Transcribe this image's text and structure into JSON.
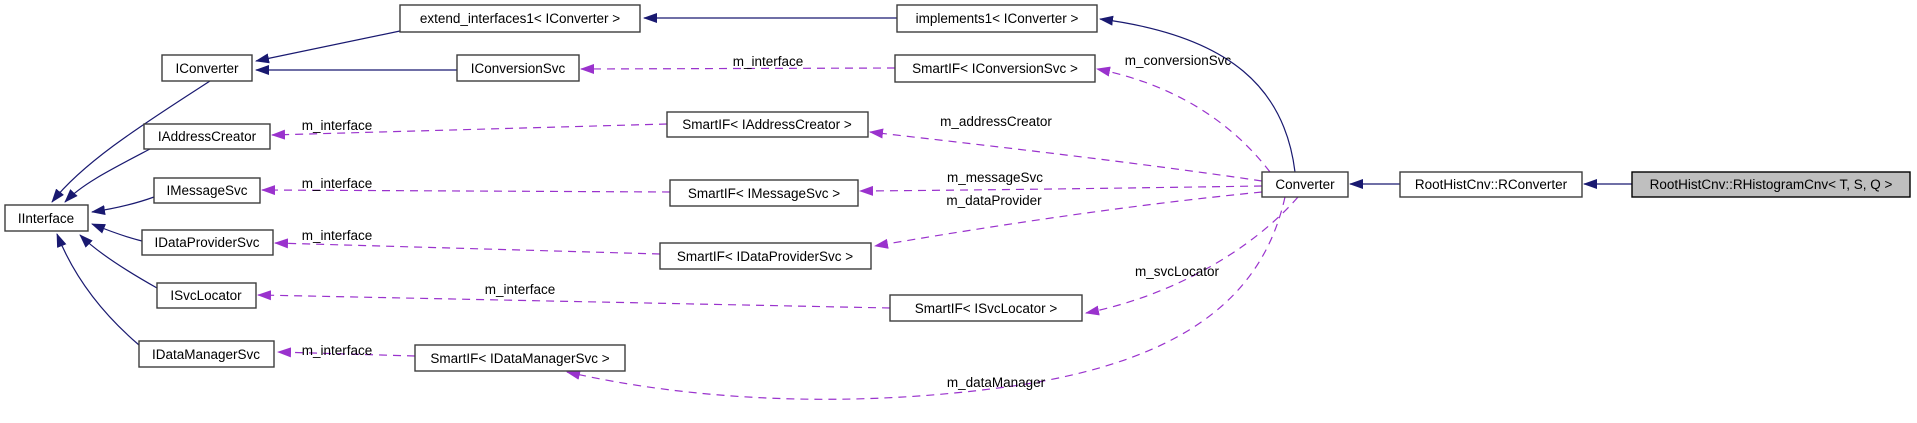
{
  "diagram_type": "doxygen-collaboration-graph",
  "colors": {
    "background": "#ffffff",
    "inheritance_edge": "#191970",
    "member_edge": "#9a32cd",
    "node_border": "#3d3d3d",
    "node_fill": "#ffffff",
    "highlight_fill": "#bfbfbf",
    "highlight_border": "#000000",
    "text": "#000000"
  },
  "nodes": {
    "extend_interfaces1": {
      "label": "extend_interfaces1< IConverter >"
    },
    "implements1": {
      "label": "implements1< IConverter >"
    },
    "iconverter": {
      "label": "IConverter"
    },
    "iconversionsvc": {
      "label": "IConversionSvc"
    },
    "smartif_iconversionsvc": {
      "label": "SmartIF< IConversionSvc >"
    },
    "iaddresscreator": {
      "label": "IAddressCreator"
    },
    "smartif_iaddresscreator": {
      "label": "SmartIF< IAddressCreator >"
    },
    "imessagesvc": {
      "label": "IMessageSvc"
    },
    "smartif_imessagesvc": {
      "label": "SmartIF< IMessageSvc >"
    },
    "iinterface": {
      "label": "IInterface"
    },
    "idataprovidersvc": {
      "label": "IDataProviderSvc"
    },
    "smartif_idataprovidersvc": {
      "label": "SmartIF< IDataProviderSvc >"
    },
    "isvclocator": {
      "label": "ISvcLocator"
    },
    "smartif_isvclocator": {
      "label": "SmartIF< ISvcLocator >"
    },
    "idatamanagersvc": {
      "label": "IDataManagerSvc"
    },
    "smartif_idatamanagersvc": {
      "label": "SmartIF< IDataManagerSvc >"
    },
    "converter": {
      "label": "Converter"
    },
    "rconverter": {
      "label": "RootHistCnv::RConverter"
    },
    "rhistogramcnv": {
      "label": "RootHistCnv::RHistogramCnv< T, S, Q >",
      "highlighted": true
    }
  },
  "edge_labels": {
    "m_interface": "m_interface",
    "m_conversionSvc": "m_conversionSvc",
    "m_addressCreator": "m_addressCreator",
    "m_messageSvc": "m_messageSvc",
    "m_dataProvider": "m_dataProvider",
    "m_svcLocator": "m_svcLocator",
    "m_dataManager": "m_dataManager"
  },
  "edges": [
    {
      "from": "implements1",
      "to": "extend_interfaces1",
      "type": "inheritance"
    },
    {
      "from": "extend_interfaces1",
      "to": "iconverter",
      "type": "inheritance"
    },
    {
      "from": "iconversionsvc",
      "to": "iconverter",
      "type": "inheritance"
    },
    {
      "from": "iconverter",
      "to": "iinterface",
      "type": "inheritance"
    },
    {
      "from": "iaddresscreator",
      "to": "iinterface",
      "type": "inheritance"
    },
    {
      "from": "imessagesvc",
      "to": "iinterface",
      "type": "inheritance"
    },
    {
      "from": "idataprovidersvc",
      "to": "iinterface",
      "type": "inheritance"
    },
    {
      "from": "isvclocator",
      "to": "iinterface",
      "type": "inheritance"
    },
    {
      "from": "idatamanagersvc",
      "to": "iinterface",
      "type": "inheritance"
    },
    {
      "from": "converter",
      "to": "implements1",
      "type": "inheritance"
    },
    {
      "from": "rconverter",
      "to": "converter",
      "type": "inheritance"
    },
    {
      "from": "rhistogramcnv",
      "to": "rconverter",
      "type": "inheritance"
    },
    {
      "from": "smartif_iconversionsvc",
      "to": "iconversionsvc",
      "type": "member",
      "label": "m_interface"
    },
    {
      "from": "converter",
      "to": "smartif_iconversionsvc",
      "type": "member",
      "label": "m_conversionSvc"
    },
    {
      "from": "smartif_iaddresscreator",
      "to": "iaddresscreator",
      "type": "member",
      "label": "m_interface"
    },
    {
      "from": "converter",
      "to": "smartif_iaddresscreator",
      "type": "member",
      "label": "m_addressCreator"
    },
    {
      "from": "smartif_imessagesvc",
      "to": "imessagesvc",
      "type": "member",
      "label": "m_interface"
    },
    {
      "from": "converter",
      "to": "smartif_imessagesvc",
      "type": "member",
      "label": "m_messageSvc"
    },
    {
      "from": "smartif_idataprovidersvc",
      "to": "idataprovidersvc",
      "type": "member",
      "label": "m_interface"
    },
    {
      "from": "converter",
      "to": "smartif_idataprovidersvc",
      "type": "member",
      "label": "m_dataProvider"
    },
    {
      "from": "smartif_isvclocator",
      "to": "isvclocator",
      "type": "member",
      "label": "m_interface"
    },
    {
      "from": "converter",
      "to": "smartif_isvclocator",
      "type": "member",
      "label": "m_svcLocator"
    },
    {
      "from": "smartif_idatamanagersvc",
      "to": "idatamanagersvc",
      "type": "member",
      "label": "m_interface"
    },
    {
      "from": "converter",
      "to": "smartif_idatamanagersvc",
      "type": "member",
      "label": "m_dataManager"
    }
  ]
}
